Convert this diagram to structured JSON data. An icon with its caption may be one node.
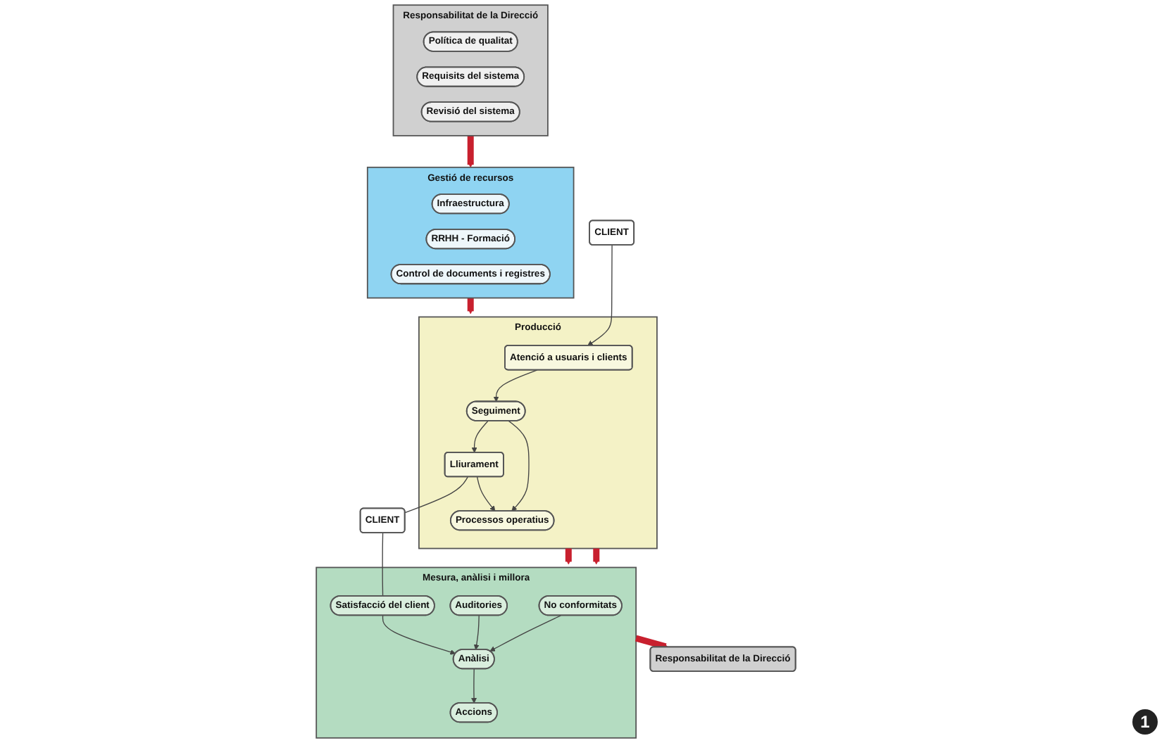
{
  "diagram": {
    "nodes": [
      {
        "text": [
          "Responsabilitat de la Direcció"
        ]
      },
      {
        "text": [
          "Política de qualitat"
        ],
        "in": 0
      },
      {
        "text": [
          "Requisits del sistema"
        ],
        "in": 0
      },
      {
        "text": [
          "Revisió del sistema"
        ],
        "in": 0
      },
      {
        "text": [
          "Gestió de recursos"
        ]
      },
      {
        "text": [
          "Infraestructura"
        ],
        "in": 4
      },
      {
        "text": [
          "RRHH - Formació"
        ],
        "in": 4
      },
      {
        "text": [
          "Control de documents i registres"
        ],
        "in": 4
      },
      {
        "text": [
          "Producció"
        ]
      },
      {
        "text": [
          "Atenció a usuaris i clients"
        ],
        "in": 8
      },
      {
        "text": [
          "Seguiment"
        ],
        "in": 8
      },
      {
        "text": [
          "Lliurament"
        ],
        "in": 8
      },
      {
        "text": [
          "Processos operatius"
        ],
        "in": 8
      },
      {
        "text": [
          "CLIENT"
        ]
      },
      {
        "text": [
          "CLIENT"
        ]
      },
      {
        "text": [
          "Mesura, anàlisi i millora"
        ]
      },
      {
        "text": [
          "No conformitats"
        ],
        "in": 15
      },
      {
        "text": [
          "Accions"
        ],
        "in": 15
      },
      {
        "text": [
          "Auditories"
        ],
        "in": 15
      },
      {
        "text": [
          "Satisfacció del client"
        ],
        "in": 15
      },
      {
        "text": [
          "Anàlisi"
        ],
        "in": 15
      },
      {
        "text": [
          "Responsabilitat de la Direcció"
        ]
      }
    ],
    "edges": [
      {
        "from": 0,
        "to": 4,
        "arrow": "to",
        "style": "thick",
        "color": "#c8202e"
      },
      {
        "from": 4,
        "to": 8,
        "arrow": "to",
        "style": "thick",
        "color": "#c8202e"
      },
      {
        "from": 8,
        "to": 15,
        "arrow": "to",
        "style": "thick",
        "color": "#c8202e"
      },
      {
        "from": 8,
        "to": 15,
        "arrow": "to",
        "style": "thick",
        "color": "#c8202e"
      },
      {
        "from": 15,
        "to": 21,
        "arrow": "to",
        "style": "thick",
        "color": "#c8202e"
      },
      {
        "from": 13,
        "to": 9,
        "arrow": "to"
      },
      {
        "from": 9,
        "to": 10,
        "arrow": "to"
      },
      {
        "from": 10,
        "to": 11,
        "arrow": "to"
      },
      {
        "from": 10,
        "to": 12,
        "arrow": "to"
      },
      {
        "from": 11,
        "to": 12,
        "arrow": "to"
      },
      {
        "from": 11,
        "to": 14,
        "arrow": "none"
      },
      {
        "from": 14,
        "to": 19,
        "arrow": "none"
      },
      {
        "from": 16,
        "to": 20,
        "arrow": "to"
      },
      {
        "from": 18,
        "to": 20,
        "arrow": "to"
      },
      {
        "from": 19,
        "to": 20,
        "arrow": "to"
      },
      {
        "from": 20,
        "to": 17,
        "arrow": "to"
      }
    ],
    "labels": [
      "1"
    ]
  }
}
